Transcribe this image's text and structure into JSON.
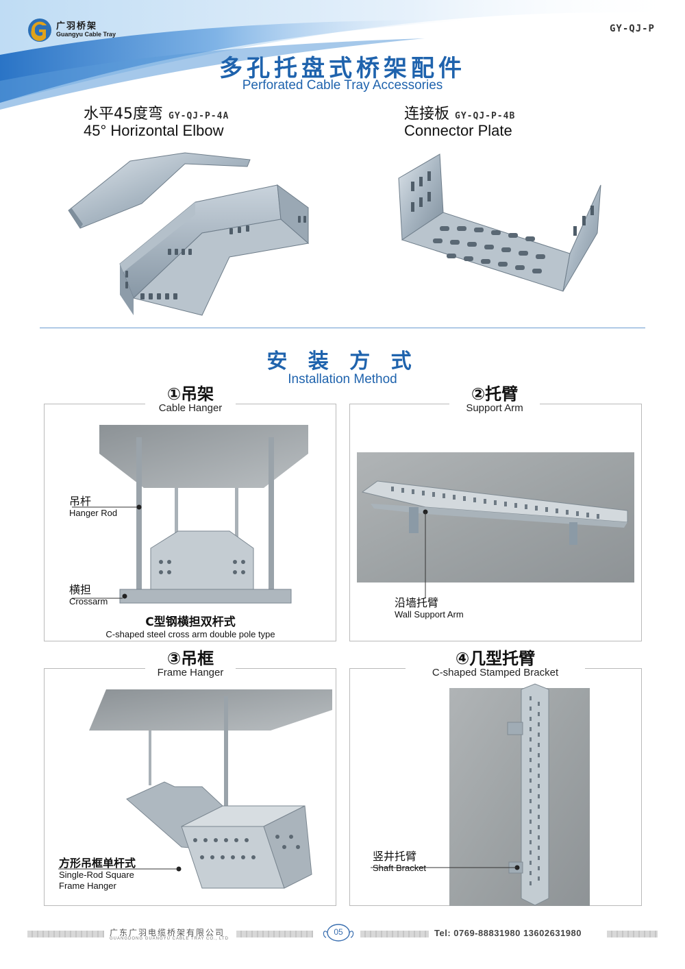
{
  "header": {
    "logo_cn": "广羽桥架",
    "logo_en": "Guangyu Cable Tray",
    "doc_code": "GY-QJ-P",
    "title_cn": "多孔托盘式桥架配件",
    "title_en": "Perforated Cable Tray Accessories"
  },
  "products": [
    {
      "name_cn": "水平45度弯",
      "code": "GY-QJ-P-4A",
      "name_en": "45°  Horizontal Elbow"
    },
    {
      "name_cn": "连接板",
      "code": "GY-QJ-P-4B",
      "name_en": "Connector Plate"
    }
  ],
  "installation": {
    "title_cn": "安 装 方 式",
    "title_en": "Installation Method",
    "panels": [
      {
        "title_cn": "①吊架",
        "title_en": "Cable Hanger",
        "callouts": [
          {
            "cn": "吊杆",
            "en": "Hanger Rod"
          },
          {
            "cn": "横担",
            "en": "Crossarm"
          }
        ],
        "caption_cn": "C型钢横担双杆式",
        "caption_en": "C-shaped steel cross arm double pole type"
      },
      {
        "title_cn": "②托臂",
        "title_en": "Support Arm",
        "callouts": [
          {
            "cn": "沿墙托臂",
            "en": "Wall Support Arm"
          }
        ]
      },
      {
        "title_cn": "③吊框",
        "title_en": "Frame Hanger",
        "callouts": [
          {
            "cn": "方形吊框单杆式",
            "en": "Single-Rod Square",
            "en2": "Frame Hanger"
          }
        ]
      },
      {
        "title_cn": "④几型托臂",
        "title_en": "C-shaped Stamped Bracket",
        "callouts": [
          {
            "cn": "竖井托臂",
            "en": "Shaft Bracket"
          }
        ]
      }
    ]
  },
  "footer": {
    "company_cn": "广东广羽电缆桥架有限公司",
    "company_en": "GUANGDONG GUANGYU CABLE TRAY CO., LTD",
    "page": "05",
    "tel": "Tel: 0769-88831980  13602631980"
  },
  "colors": {
    "brand_blue": "#1f63ad",
    "logo_gold": "#e0a21a",
    "logo_blue": "#2c6fb5"
  }
}
